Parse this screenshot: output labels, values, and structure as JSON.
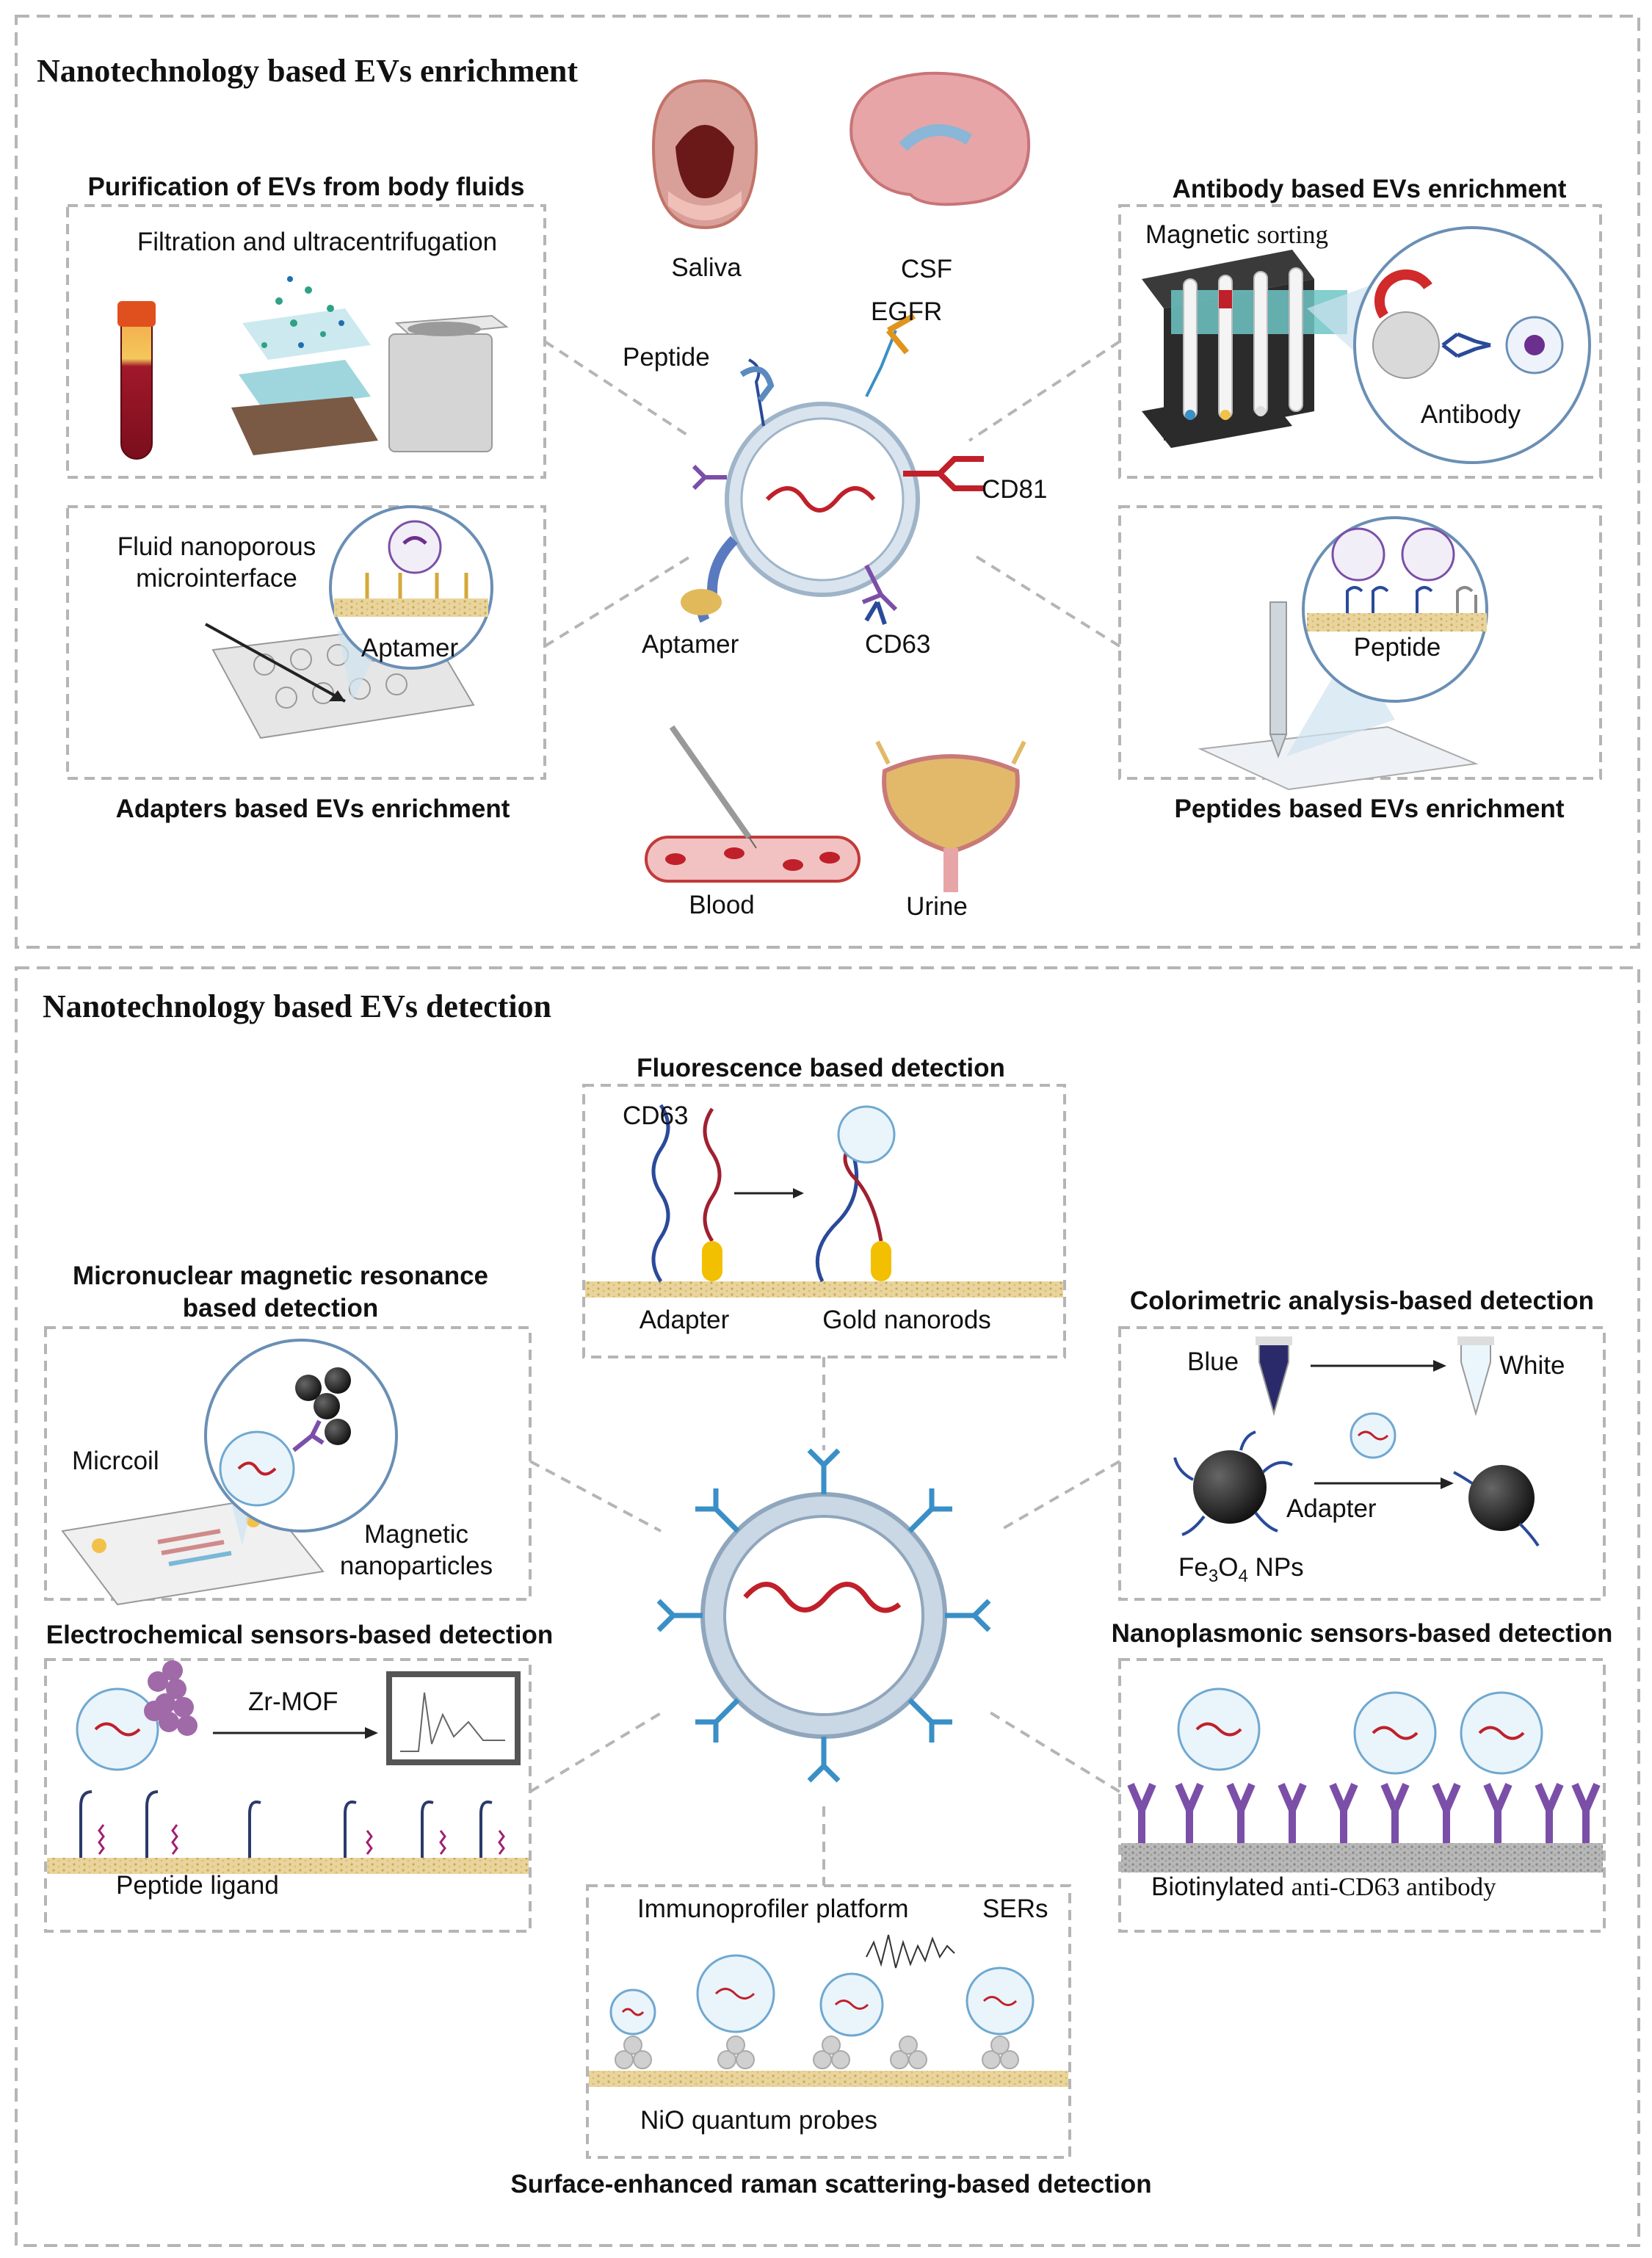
{
  "enrichment": {
    "title": "Nanotechnology based EVs enrichment",
    "purification": {
      "title": "Purification of EVs from body fluids",
      "method": "Filtration and ultracentrifugation"
    },
    "adapters": {
      "title": "Adapters based EVs enrichment",
      "interface_line1": "Fluid nanoporous",
      "interface_line2": "microinterface",
      "aptamer": "Aptamer"
    },
    "antibody": {
      "title": "Antibody based EVs enrichment",
      "sorting_prefix": "Magnetic",
      "sorting_suffix": "sorting",
      "antibody": "Antibody"
    },
    "peptides": {
      "title": "Peptides based EVs enrichment",
      "peptide": "Peptide"
    },
    "fluids": {
      "saliva": "Saliva",
      "csf": "CSF",
      "blood": "Blood",
      "urine": "Urine"
    },
    "markers": {
      "peptide": "Peptide",
      "egfr": "EGFR",
      "cd81": "CD81",
      "aptamer": "Aptamer",
      "cd63": "CD63"
    }
  },
  "detection": {
    "title": "Nanotechnology based EVs detection",
    "fluorescence": {
      "title": "Fluorescence based detection",
      "cd63": "CD63",
      "adapter": "Adapter",
      "gold": "Gold nanorods"
    },
    "mnmr": {
      "title_line1": "Micronuclear magnetic resonance",
      "title_line2": "based detection",
      "coil": "Micrcoil",
      "magnetic_line1": "Magnetic",
      "magnetic_line2": "nanoparticles"
    },
    "colorimetric": {
      "title": "Colorimetric analysis-based detection",
      "blue": "Blue",
      "white": "White",
      "adapter": "Adapter",
      "np_fe": "Fe",
      "np_sub3": "3",
      "np_o": "O",
      "np_sub4": "4",
      "np_suffix": " NPs"
    },
    "electrochemical": {
      "title": "Electrochemical sensors-based detection",
      "mof": "Zr-MOF",
      "ligand": "Peptide ligand"
    },
    "nanoplasmonic": {
      "title": "Nanoplasmonic sensors-based detection",
      "antibody_prefix": "Biotinylated",
      "antibody_suffix": "anti-CD63 antibody"
    },
    "sers": {
      "title": "Surface-enhanced raman scattering-based detection",
      "platform": "Immunoprofiler platform",
      "sers": "SERs",
      "probes": "NiO quantum probes"
    }
  },
  "colors": {
    "rna": "#c0202a",
    "receptor": "#3a8fc6",
    "antibody": "#7b4fa8",
    "gold": "#e2c98a",
    "dashes": "#b5b5b5"
  }
}
